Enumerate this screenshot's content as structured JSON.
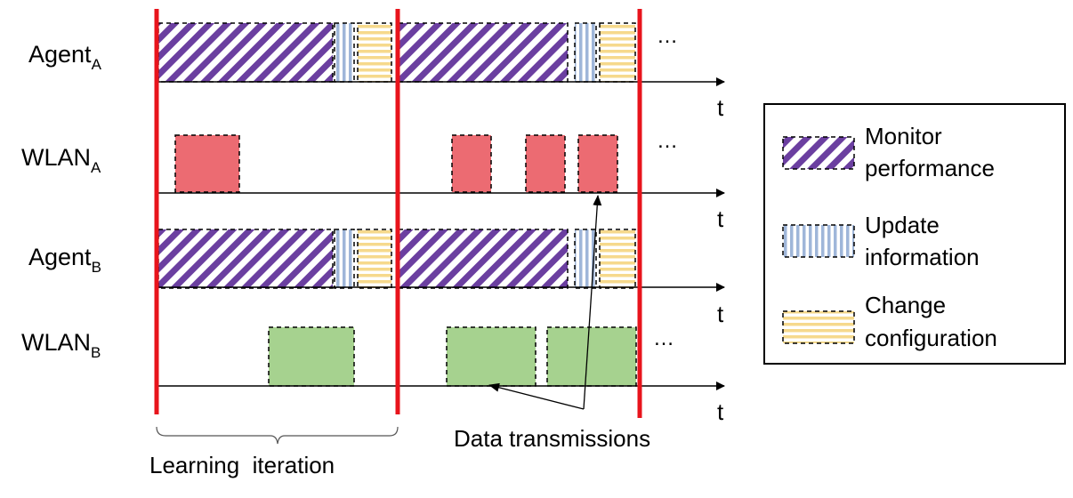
{
  "rows": [
    {
      "name": "Agent",
      "sub": "A",
      "axis": "t"
    },
    {
      "name": "WLAN",
      "sub": "A",
      "axis": "t"
    },
    {
      "name": "Agent",
      "sub": "B",
      "axis": "t"
    },
    {
      "name": "WLAN",
      "sub": "B",
      "axis": "t"
    }
  ],
  "ellipsis": "…",
  "annotations": {
    "learning_iteration": "Learning  iteration",
    "data_transmissions": "Data transmissions"
  },
  "legend": [
    {
      "line1": "Monitor",
      "line2": "performance",
      "pattern": "monitor-hatch"
    },
    {
      "line1": "Update",
      "line2": "information",
      "pattern": "update-stripes"
    },
    {
      "line1": "Change",
      "line2": "configuration",
      "pattern": "change-stripes"
    }
  ],
  "colors": {
    "iteration_boundary": "#e8141c",
    "monitor": "#6b3fa0",
    "update": "#9fb6d9",
    "change": "#f6d98c",
    "wlan_a": "#ec6b72",
    "wlan_b": "#a6d28f"
  }
}
